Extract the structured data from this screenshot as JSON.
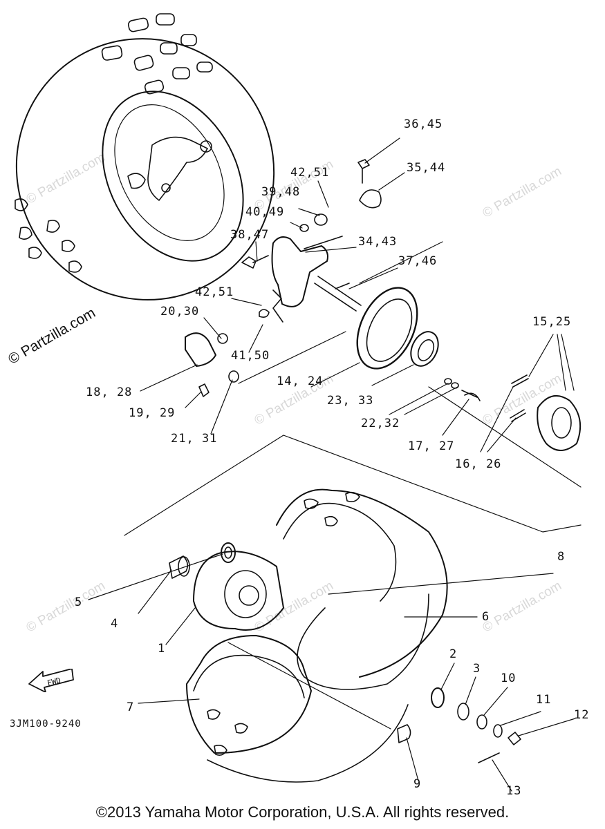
{
  "callouts": [
    {
      "id": "c-36-45",
      "text": "36,45"
    },
    {
      "id": "c-35-44",
      "text": "35,44"
    },
    {
      "id": "c-42-51-a",
      "text": "42,51"
    },
    {
      "id": "c-39-48",
      "text": "39,48"
    },
    {
      "id": "c-40-49",
      "text": "40,49"
    },
    {
      "id": "c-38-47",
      "text": "38,47"
    },
    {
      "id": "c-34-43",
      "text": "34,43"
    },
    {
      "id": "c-37-46",
      "text": "37,46"
    },
    {
      "id": "c-42-51-b",
      "text": "42,51"
    },
    {
      "id": "c-20-30",
      "text": "20,30"
    },
    {
      "id": "c-41-50",
      "text": "41,50"
    },
    {
      "id": "c-18-28",
      "text": "18, 28"
    },
    {
      "id": "c-14-24",
      "text": "14, 24"
    },
    {
      "id": "c-15-25",
      "text": "15,25"
    },
    {
      "id": "c-19-29",
      "text": "19, 29"
    },
    {
      "id": "c-23-33",
      "text": "23, 33"
    },
    {
      "id": "c-22-32",
      "text": "22,32"
    },
    {
      "id": "c-21-31",
      "text": "21, 31"
    },
    {
      "id": "c-17-27",
      "text": "17, 27"
    },
    {
      "id": "c-16-26",
      "text": "16, 26"
    },
    {
      "id": "c-8",
      "text": "8"
    },
    {
      "id": "c-5",
      "text": "5"
    },
    {
      "id": "c-4",
      "text": "4"
    },
    {
      "id": "c-6",
      "text": "6"
    },
    {
      "id": "c-1",
      "text": "1"
    },
    {
      "id": "c-2",
      "text": "2"
    },
    {
      "id": "c-3",
      "text": "3"
    },
    {
      "id": "c-10",
      "text": "10"
    },
    {
      "id": "c-11",
      "text": "11"
    },
    {
      "id": "c-12",
      "text": "12"
    },
    {
      "id": "c-7",
      "text": "7"
    },
    {
      "id": "c-9",
      "text": "9"
    },
    {
      "id": "c-13",
      "text": "13"
    }
  ],
  "fwd_label": "FWD",
  "drawing_code": "3JM100-9240",
  "watermark_text": "© Partzilla.com",
  "copyright": "©2013  Yamaha Motor Corporation, U.S.A. All rights reserved."
}
